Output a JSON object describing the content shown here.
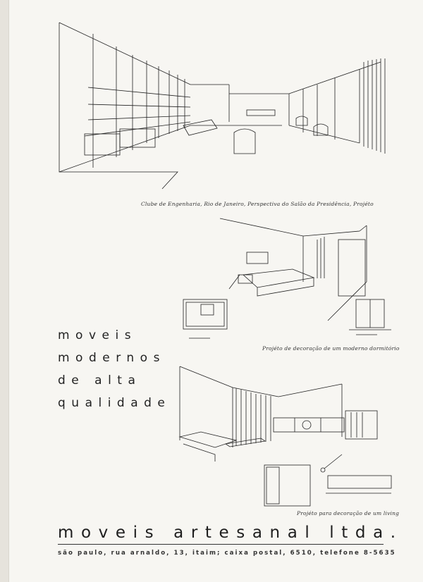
{
  "captions": {
    "salon": "Clube de Engenharia, Rio de Janeiro, Perspectiva do Salão da Presidência, Projéto",
    "bedroom": "Projéto de decoração de um moderno dormitório",
    "living": "Projéto para decoração de um living"
  },
  "slogan": [
    "moveis",
    "modernos",
    "de alta",
    "qualidade"
  ],
  "brand": "moveis artesanal ltda.",
  "address": "são paulo, rua arnaldo, 13, itaim; caixa postal, 6510, telefone 8-5635"
}
